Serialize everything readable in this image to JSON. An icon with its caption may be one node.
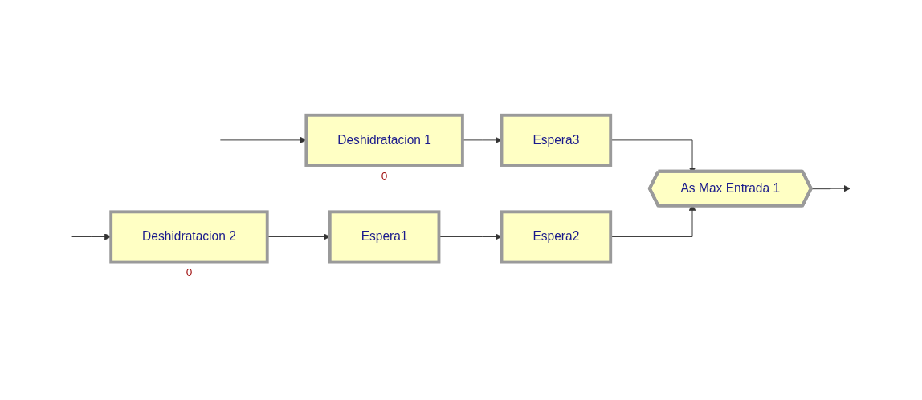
{
  "diagram": {
    "nodes": [
      {
        "text": [
          "Deshidratacion 1"
        ],
        "beside": [
          "0"
        ]
      },
      {
        "text": [
          "Espera3"
        ]
      },
      {
        "text": [
          "As Max Entrada 1"
        ]
      },
      {
        "text": [
          "Deshidratacion 2"
        ],
        "beside": [
          "0"
        ]
      },
      {
        "text": [
          "Espera1"
        ]
      },
      {
        "text": [
          "Espera2"
        ]
      }
    ],
    "edges": [
      {
        "from": null,
        "to": 0,
        "arrow": "to"
      },
      {
        "from": 0,
        "to": 1,
        "arrow": "to"
      },
      {
        "from": 1,
        "to": 2,
        "arrow": "to"
      },
      {
        "from": null,
        "to": 3,
        "arrow": "to"
      },
      {
        "from": 3,
        "to": 4,
        "arrow": "to"
      },
      {
        "from": 4,
        "to": 5,
        "arrow": "to"
      },
      {
        "from": 5,
        "to": 2,
        "arrow": "to"
      },
      {
        "from": 2,
        "to": null,
        "arrow": "to"
      }
    ]
  }
}
